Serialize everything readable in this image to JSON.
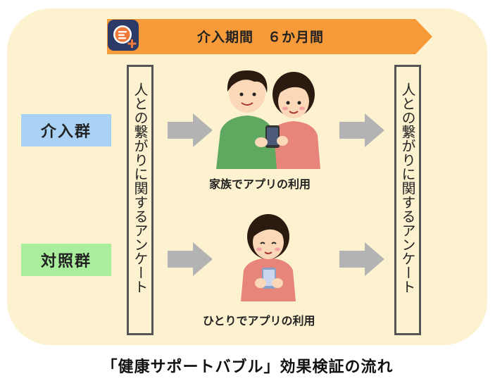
{
  "banner": {
    "text": "介入期間　６か月間",
    "color": "#f79a3a",
    "icon": "app-bubble-icon"
  },
  "survey": {
    "left_text": "人との繋がりに関するアンケート",
    "right_text": "人との繋がりに関するアンケート"
  },
  "groups": {
    "intervention": {
      "label": "介入群",
      "color": "#a9d2f4"
    },
    "control": {
      "label": "対照群",
      "color": "#a8ee9c"
    }
  },
  "captions": {
    "family": "家族でアプリの利用",
    "alone": "ひとりでアプリの利用"
  },
  "title": "「健康サポートバブル」効果検証の流れ",
  "colors": {
    "panel": "#fdf2cf",
    "arrow": "#b3b3b3",
    "box_border": "#555555"
  }
}
